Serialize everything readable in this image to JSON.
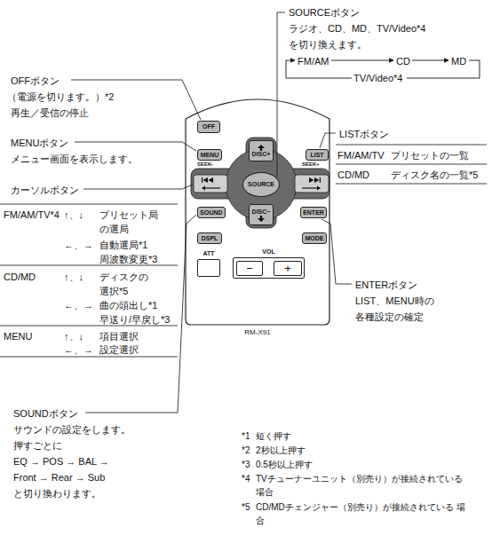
{
  "diagram": {
    "nodes": [
      {
        "text": [
          "RM-X91"
        ]
      },
      {
        "text": [
          "OFF"
        ],
        "in": 0
      },
      {
        "text": [
          "MENU"
        ],
        "in": 0
      },
      {
        "text": [
          "DISC+"
        ],
        "in": 0
      },
      {
        "text": [
          "LIST"
        ],
        "in": 0
      },
      {
        "text": [
          "SOURCE"
        ],
        "in": 0
      },
      {
        "text": [
          "SOUND"
        ],
        "in": 0
      },
      {
        "text": [
          "DISC−"
        ],
        "in": 0
      },
      {
        "text": [
          "ENTER"
        ],
        "in": 0
      },
      {
        "text": [
          "DSPL"
        ],
        "in": 0
      },
      {
        "text": [
          "MODE"
        ],
        "in": 0
      },
      {
        "text": [
          "ATT"
        ],
        "in": 0
      },
      {
        "text": [
          "VOL"
        ],
        "in": 0
      },
      {
        "text": [
          "−"
        ],
        "in": 12
      },
      {
        "text": [
          "+"
        ],
        "in": 12
      }
    ],
    "labels": [
      "SOURCEボタン",
      "ラジオ、CD、MD、TV/Video*4",
      "を切り換えます。",
      "FM/AM",
      "CD",
      "MD",
      "TV/Video*4",
      "OFFボタン",
      "（電源を切ります。）*2",
      "再生／受信の停止",
      "MENUボタン",
      "メニュー画面を表示します。",
      "カーソルボタン",
      "FM/AM/TV*4",
      "↑、↓",
      "プリセット局 の選局",
      "←、→",
      "自動選局*1",
      "周波数変更*3",
      "CD/MD",
      "↑、↓",
      "ディスクの 選択*5",
      "←、→",
      "曲の頭出し*1",
      "早送り/早戻し*3",
      "MENU",
      "↑、↓",
      "項目選択",
      "←、→",
      "設定選択",
      "LISTボタン",
      "FM/AM/TV",
      "プリセットの一覧",
      "CD/MD",
      "ディスク名の一覧*5",
      "ENTERボタン",
      "LIST、MENU時の",
      "各種設定の確定",
      "SOUNDボタン",
      "サウンドの設定をします。",
      "押すごとに",
      "EQ → POS → BAL →",
      "Front → Rear → Sub",
      "と切り換わります。",
      "*1",
      "短く押す",
      "*2",
      "2秒以上押す",
      "*3",
      "0.5秒以上押す",
      "*4",
      "TVチューナーユニット（別売り）が接続されている 場合",
      "*5",
      "CD/MDチェンジャー（別売り）が接続されている 場合",
      "SEEK-",
      "SEEK+"
    ]
  }
}
